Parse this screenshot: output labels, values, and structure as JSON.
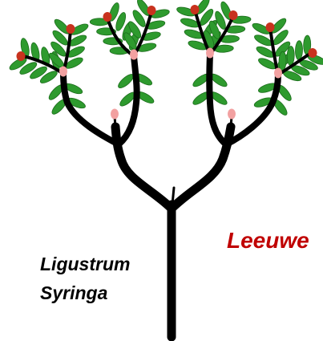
{
  "colors": {
    "branch": "#000000",
    "leaf": "#2e9a2e",
    "leaf_outline": "#1b6b1b",
    "terminal_bud": "#c8321e",
    "lateral_bud": "#f2a1a1",
    "genus_text": "#000000",
    "highlight_text": "#c00000"
  },
  "labels": {
    "genus_1": "Ligustrum",
    "genus_2": "Syringa",
    "highlight": "Leeuwe"
  },
  "icons": {
    "terminal_bud": "red-circle",
    "lateral_bud": "pink-oval",
    "leaf": "green-ellipse"
  }
}
